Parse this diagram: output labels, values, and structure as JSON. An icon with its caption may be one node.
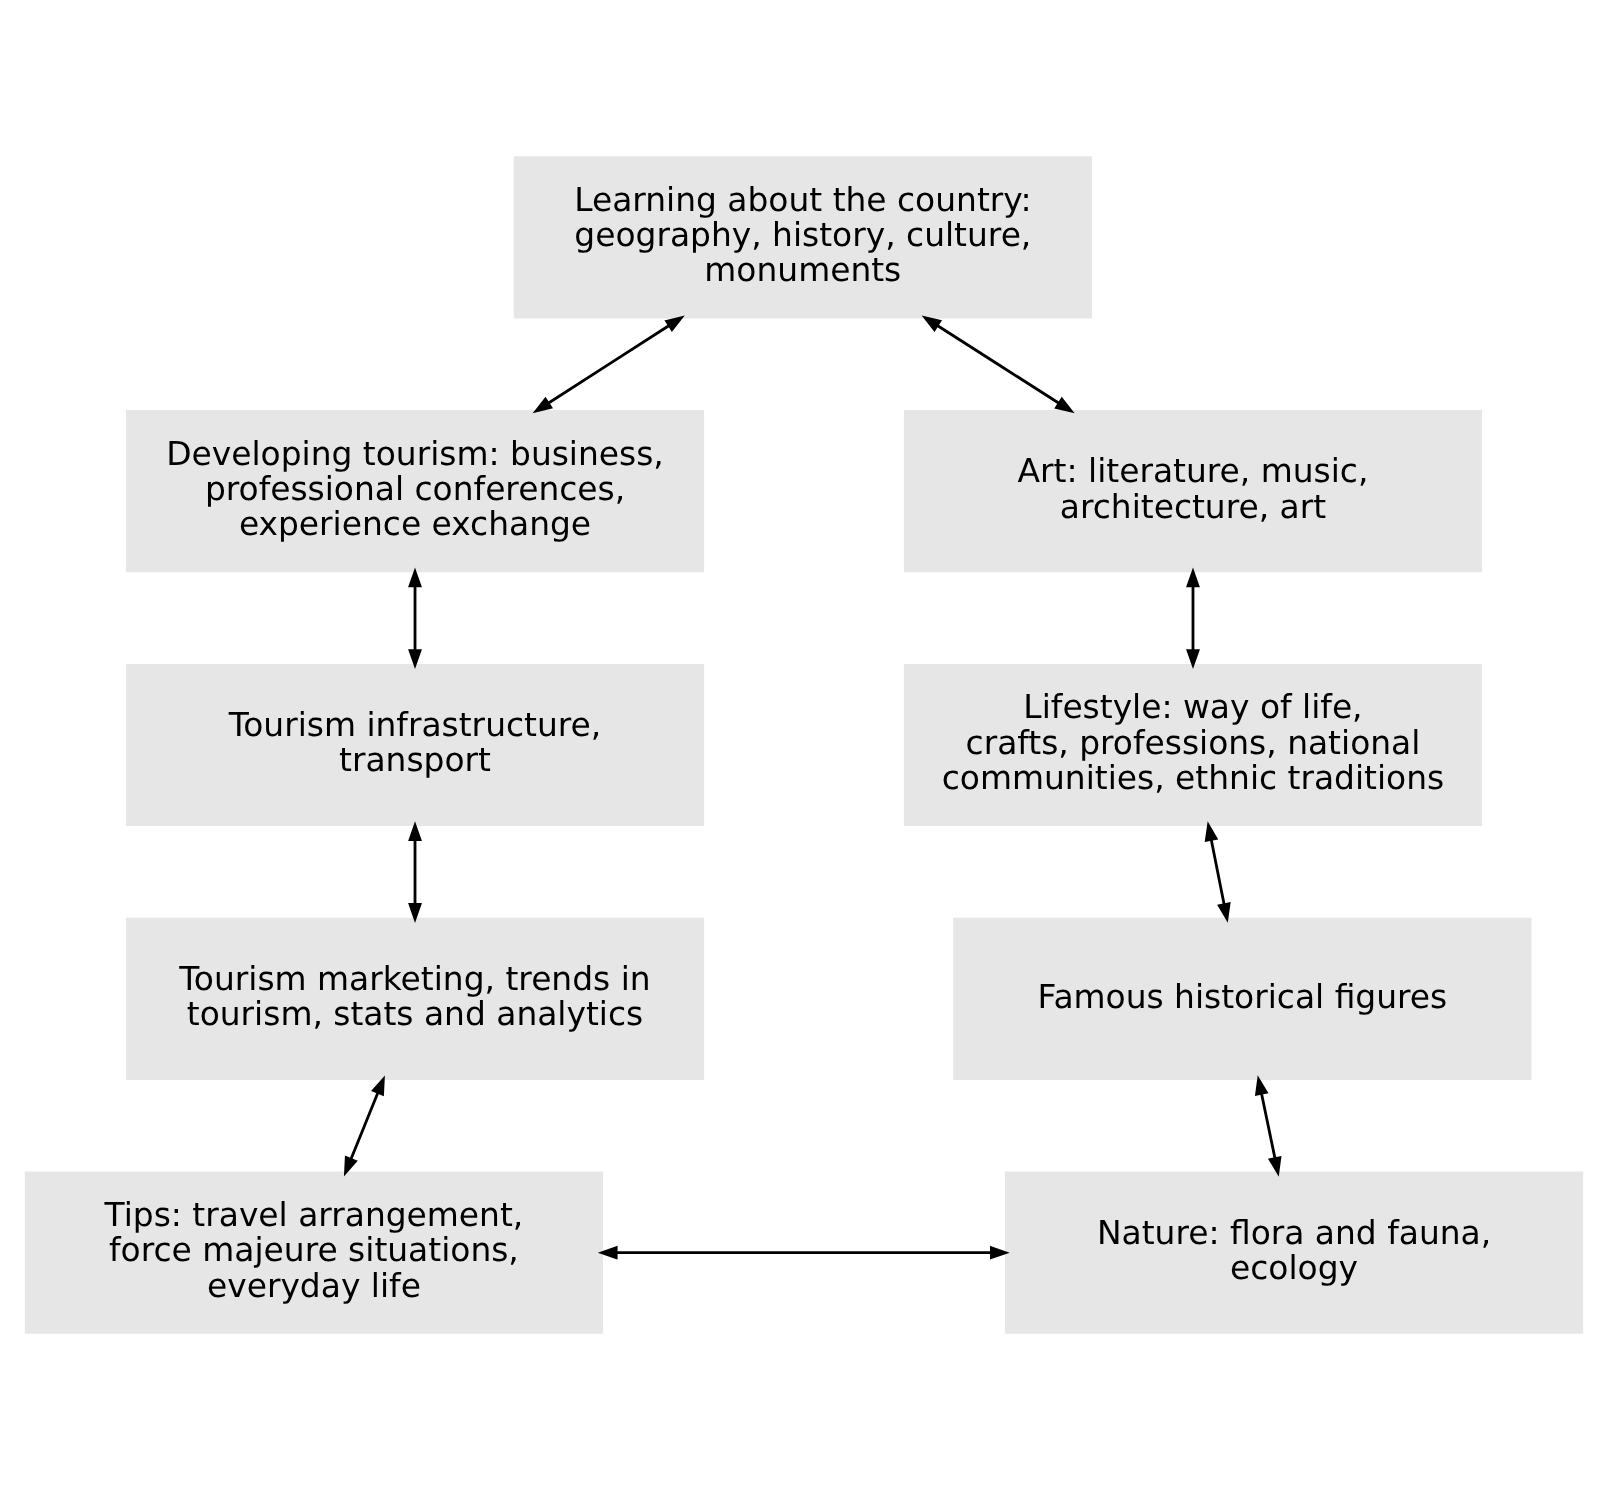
{
  "diagram": {
    "nodes": [
      {
        "text": [
          "Learning about the country: geography, history, culture, monuments"
        ]
      },
      {
        "text": [
          "Developing tourism: business, professional conferences, experience exchange"
        ]
      },
      {
        "text": [
          "Art: literature, music, architecture, art"
        ]
      },
      {
        "text": [
          "Tourism infrastructure, transport"
        ]
      },
      {
        "text": [
          "Lifestyle: way of life, crafts, professions, national communities, ethnic traditions"
        ]
      },
      {
        "text": [
          "Tourism marketing, trends in tourism, stats and analytics"
        ]
      },
      {
        "text": [
          "Famous historical figures"
        ]
      },
      {
        "text": [
          "Tips: travel arrangement, force majeure situations, everyday life"
        ]
      },
      {
        "text": [
          "Nature: flora and fauna, ecology"
        ]
      }
    ],
    "edges": [
      {
        "from": 0,
        "to": 1,
        "arrow": "both"
      },
      {
        "from": 0,
        "to": 2,
        "arrow": "both"
      },
      {
        "from": 1,
        "to": 3,
        "arrow": "both"
      },
      {
        "from": 2,
        "to": 4,
        "arrow": "both"
      },
      {
        "from": 3,
        "to": 5,
        "arrow": "both"
      },
      {
        "from": 4,
        "to": 6,
        "arrow": "both"
      },
      {
        "from": 5,
        "to": 7,
        "arrow": "both"
      },
      {
        "from": 6,
        "to": 8,
        "arrow": "both"
      },
      {
        "from": 7,
        "to": 8,
        "arrow": "both"
      }
    ]
  }
}
